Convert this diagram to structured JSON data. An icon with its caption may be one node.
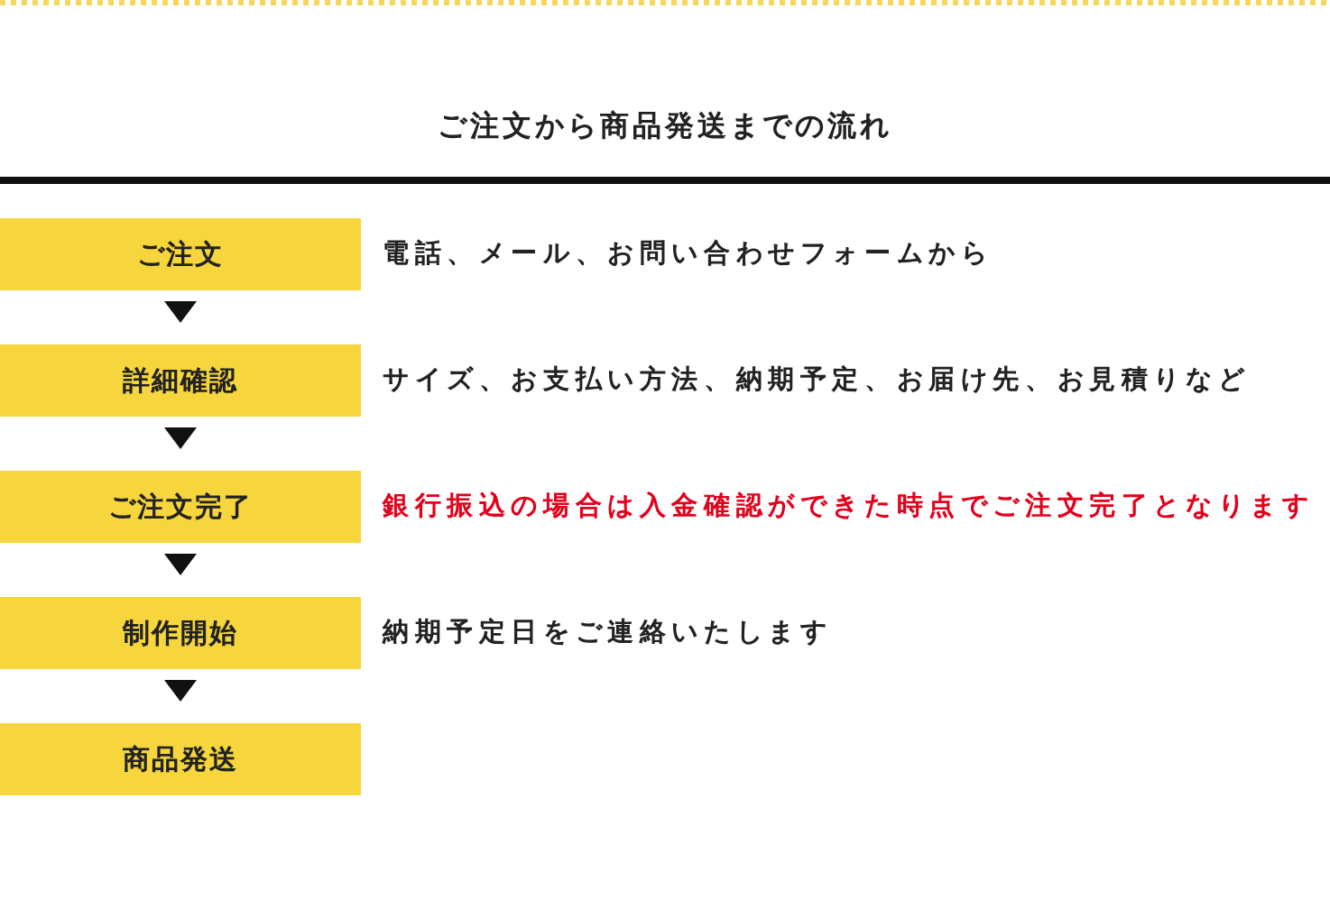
{
  "diagram": {
    "title": "ご注文から商品発送までの流れ",
    "nodes": [
      {
        "text": [
          "ご注文"
        ],
        "beside": [
          "電話、メール、お問い合わせフォームから"
        ]
      },
      {
        "text": [
          "詳細確認"
        ],
        "beside": [
          "サイズ、お支払い方法、納期予定、お届け先、お見積りなど"
        ]
      },
      {
        "text": [
          "ご注文完了"
        ],
        "beside": [
          "銀行振込の場合は入金確認ができた時点でご注文完了となります"
        ]
      },
      {
        "text": [
          "制作開始"
        ],
        "beside": [
          "納期予定日をご連絡いたします"
        ]
      },
      {
        "text": [
          "商品発送"
        ]
      }
    ],
    "edges": [
      {
        "from": 0,
        "to": 1,
        "arrow": "to"
      },
      {
        "from": 1,
        "to": 2,
        "arrow": "to"
      },
      {
        "from": 2,
        "to": 3,
        "arrow": "to"
      },
      {
        "from": 3,
        "to": 4,
        "arrow": "to"
      }
    ]
  }
}
